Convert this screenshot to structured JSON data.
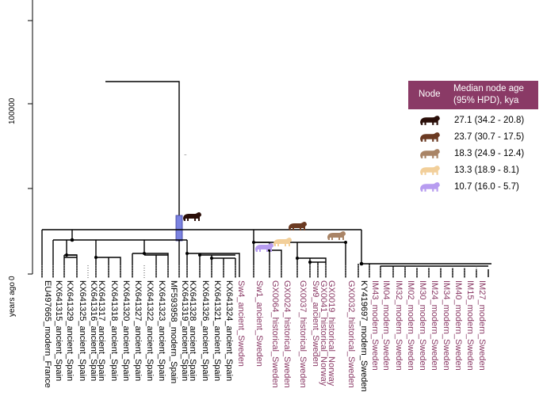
{
  "y_axis": {
    "ticks": [
      {
        "label": "100000"
      },
      {
        "label": "0"
      }
    ],
    "unit_label": "years ago"
  },
  "legend": {
    "header_node": "Node",
    "header_age_line1": "Median node age",
    "header_age_line2": "(95% HPD), kya",
    "rows": [
      {
        "value": "27.1 (34.2 - 20.8)",
        "color": "#2a0e08"
      },
      {
        "value": "23.7 (30.7 - 17.5)",
        "color": "#6b3a22"
      },
      {
        "value": "18.3 (24.9 - 12.4)",
        "color": "#a98466"
      },
      {
        "value": "13.3 (18.9 - 8.1)",
        "color": "#f2cf9a"
      },
      {
        "value": "10.7 (16.0 - 5.7)",
        "color": "#b79cf0"
      }
    ]
  },
  "colors": {
    "black_label": "#000000",
    "purple_label": "#8a3a66",
    "hpd_bar": "#7b83e0"
  },
  "tips": [
    {
      "label": "EU497665_modern_France",
      "color": "#000000"
    },
    {
      "label": "KX641315_ancient_Spain",
      "color": "#000000"
    },
    {
      "label": "KX641329_ancient_Spain",
      "color": "#000000"
    },
    {
      "label": "KX641325_ancient_Spain",
      "color": "#000000"
    },
    {
      "label": "KX641316_ancient_Spain",
      "color": "#000000"
    },
    {
      "label": "KX641317_ancient_Spain",
      "color": "#000000"
    },
    {
      "label": "KX641318_ancient_Spain",
      "color": "#000000"
    },
    {
      "label": "KX641320_ancient_Spain",
      "color": "#000000"
    },
    {
      "label": "KX641327_ancient_Spain",
      "color": "#000000"
    },
    {
      "label": "KX641322_ancient_Spain",
      "color": "#000000"
    },
    {
      "label": "KX641323_ancient_Spain",
      "color": "#000000"
    },
    {
      "label": "MF593958_modern_Spain",
      "color": "#000000"
    },
    {
      "label": "KX641319_ancient_Spain",
      "color": "#000000"
    },
    {
      "label": "KX641328_ancient_Spain",
      "color": "#000000"
    },
    {
      "label": "KX641326_ancient_Spain",
      "color": "#000000"
    },
    {
      "label": "KX641321_ancient_Spain",
      "color": "#000000"
    },
    {
      "label": "KX641324_ancient_Spain",
      "color": "#000000"
    },
    {
      "label": "Sw4_ancient_Sweden",
      "color": "#8a3a66"
    },
    {
      "label": "Sw1_ancient_Sweden",
      "color": "#8a3a66"
    },
    {
      "label": "GX0064_historical_Sweden",
      "color": "#8a3a66"
    },
    {
      "label": "GX0024_historical_Sweden",
      "color": "#8a3a66"
    },
    {
      "label": "GX0037_historical_Sweden",
      "color": "#8a3a66"
    },
    {
      "label": "Sw9_ancient_Sweden",
      "color": "#8a3a66"
    },
    {
      "label": "GX0041_historical_Norway",
      "color": "#8a3a66"
    },
    {
      "label": "GX0019_historical_Norway",
      "color": "#8a3a66"
    },
    {
      "label": "GX0032_historical_Sweden",
      "color": "#8a3a66"
    },
    {
      "label": "KY419697_modern_Sweden",
      "color": "#000000"
    },
    {
      "label": "IM43_modern_Sweden",
      "color": "#8a3a66"
    },
    {
      "label": "IM04_modern_Sweden",
      "color": "#8a3a66"
    },
    {
      "label": "IM32_modern_Sweden",
      "color": "#8a3a66"
    },
    {
      "label": "IM02_modern_Sweden",
      "color": "#8a3a66"
    },
    {
      "label": "IM30_modern_Sweden",
      "color": "#8a3a66"
    },
    {
      "label": "IM24_modern_Sweden",
      "color": "#8a3a66"
    },
    {
      "label": "IM34_modern_Sweden",
      "color": "#8a3a66"
    },
    {
      "label": "IM40_modern_Sweden",
      "color": "#8a3a66"
    },
    {
      "label": "IM15_modern_Sweden",
      "color": "#8a3a66"
    },
    {
      "label": "IM27_modern_Sweden",
      "color": "#8a3a66"
    }
  ]
}
